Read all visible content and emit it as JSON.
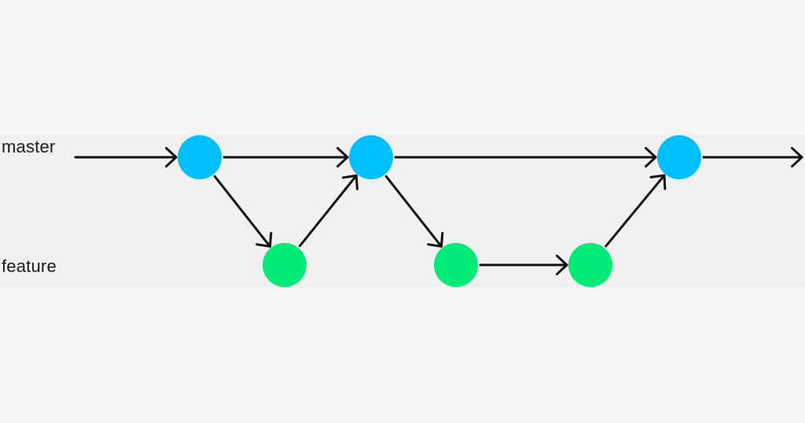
{
  "branches": {
    "master": {
      "label": "master",
      "color": "#00bfff"
    },
    "feature": {
      "label": "feature",
      "color": "#00ea78"
    }
  },
  "arrow_color": "#111111",
  "commits": [
    {
      "id": "m1",
      "branch": "master"
    },
    {
      "id": "f1",
      "branch": "feature"
    },
    {
      "id": "m2",
      "branch": "master"
    },
    {
      "id": "f2",
      "branch": "feature"
    },
    {
      "id": "f3",
      "branch": "feature"
    },
    {
      "id": "m3",
      "branch": "master"
    }
  ],
  "edges": [
    {
      "from": "start",
      "to": "m1"
    },
    {
      "from": "m1",
      "to": "m2"
    },
    {
      "from": "m1",
      "to": "f1"
    },
    {
      "from": "f1",
      "to": "m2"
    },
    {
      "from": "m2",
      "to": "m3"
    },
    {
      "from": "m2",
      "to": "f2"
    },
    {
      "from": "f2",
      "to": "f3"
    },
    {
      "from": "f3",
      "to": "m3"
    },
    {
      "from": "m3",
      "to": "end"
    }
  ]
}
